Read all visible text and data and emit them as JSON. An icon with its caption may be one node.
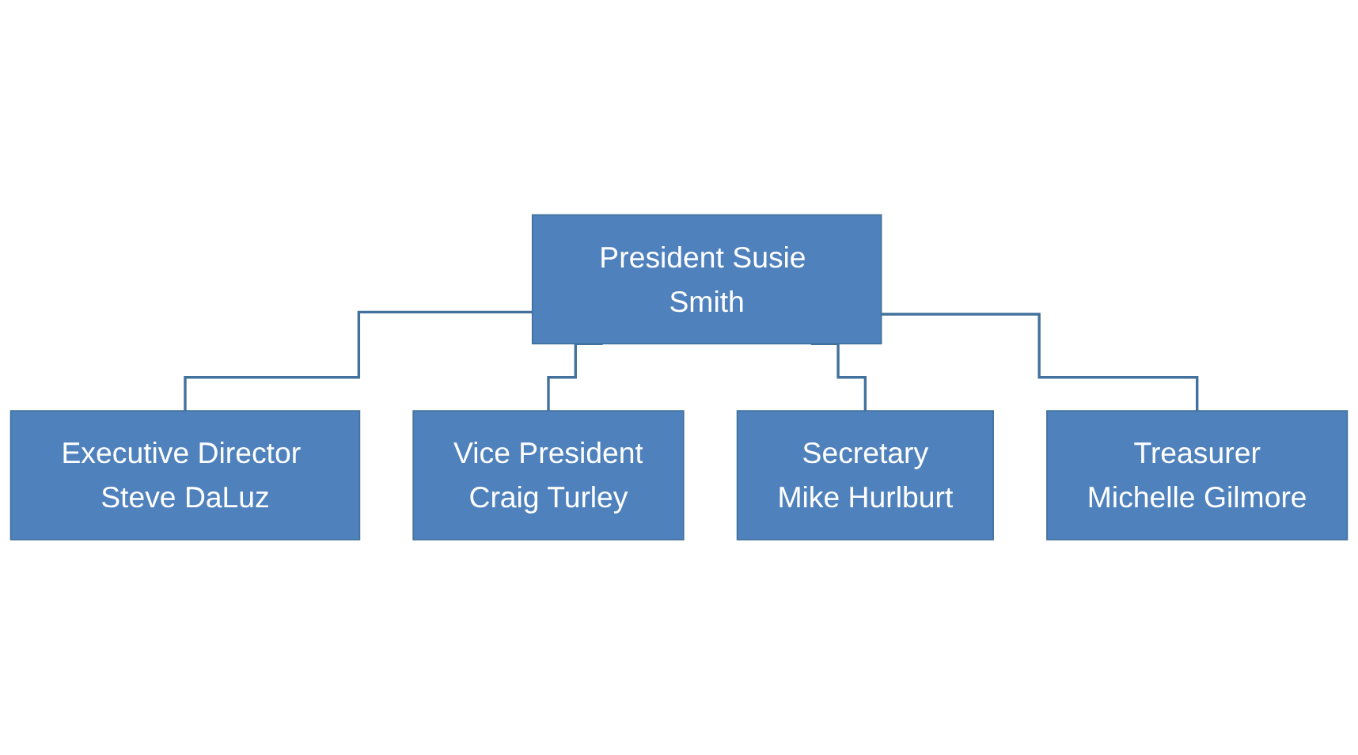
{
  "diagram": {
    "nodes": [
      {
        "text": [
          "President Susie Smith"
        ]
      },
      {
        "text": [
          "Executive Director Steve DaLuz"
        ]
      },
      {
        "text": [
          "Vice President",
          "Craig Turley"
        ]
      },
      {
        "text": [
          "Secretary",
          "Mike Hurlburt"
        ]
      },
      {
        "text": [
          "Treasurer",
          "Michelle Gilmore"
        ]
      }
    ],
    "edges": [
      {
        "from": 0,
        "to": 1,
        "arrow": "none"
      },
      {
        "from": 0,
        "to": 2,
        "arrow": "none"
      },
      {
        "from": 0,
        "to": 3,
        "arrow": "none"
      },
      {
        "from": 0,
        "to": 4,
        "arrow": "none"
      }
    ]
  }
}
